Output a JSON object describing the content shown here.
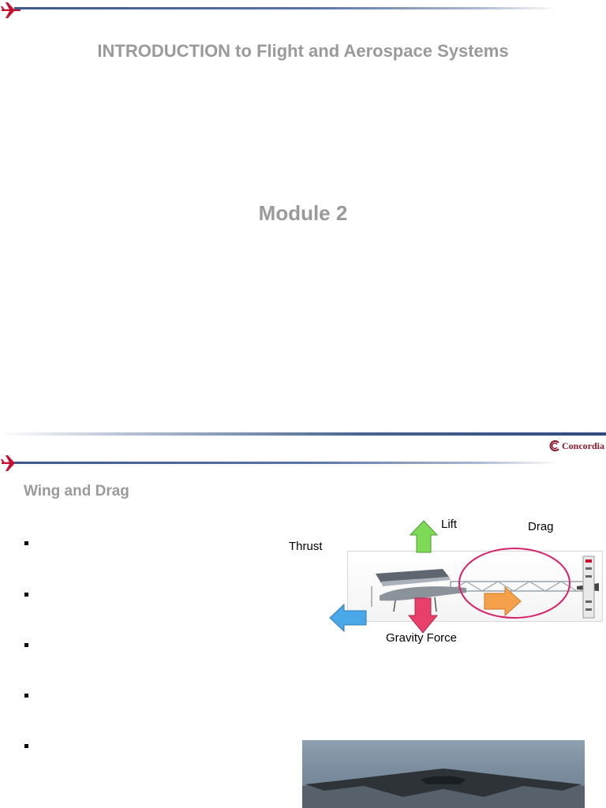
{
  "slide1": {
    "title": "INTRODUCTION to Flight and Aerospace Systems",
    "module": "Module 2"
  },
  "slide2": {
    "logo_text": "Concordia",
    "section_title": "Wing and Drag",
    "bullet_count": 5,
    "diagram": {
      "lift_label": "Lift",
      "drag_label": "Drag",
      "thrust_label": "Thrust",
      "gravity_label": "Gravity Force"
    }
  },
  "colors": {
    "title_gray": "#9a9a9a",
    "accent_red": "#c8102e",
    "header_blue": "#3e5a8a",
    "lift_green": "#7ed957",
    "drag_orange": "#f5a04a",
    "thrust_blue": "#4aa8e8",
    "gravity_pink": "#e8406a",
    "highlight_ellipse": "#d6226a"
  },
  "icons": {
    "header_mark": "red-airplane-icon",
    "logo_mark": "concordia-logo-icon"
  }
}
